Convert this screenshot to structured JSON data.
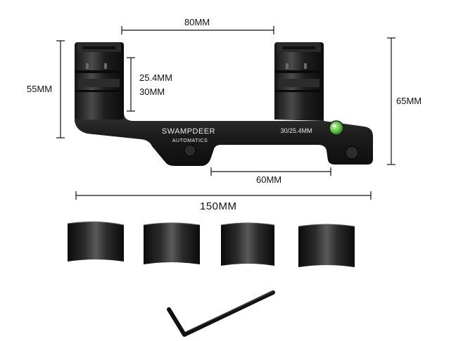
{
  "dimensions": {
    "top_ring_spacing": "80MM",
    "left_height": "55MM",
    "ring_diameter_small": "25.4MM",
    "ring_diameter_large": "30MM",
    "right_height": "65MM",
    "rail_offset": "60MM",
    "total_length": "150MM"
  },
  "engraving": {
    "brand": "SWAMPDEER",
    "brand_sub": "AUTOMATICS",
    "size": "30/25.4MM"
  },
  "colors": {
    "metal": "#1c1c1c",
    "metal_highlight": "#3a3a3a",
    "engraving": "#e8e8e8",
    "bubble_level": "#5fc24a",
    "dimension_line": "#111111"
  },
  "parts": {
    "inserts_count": 4,
    "hex_key": "hex-key-icon"
  }
}
